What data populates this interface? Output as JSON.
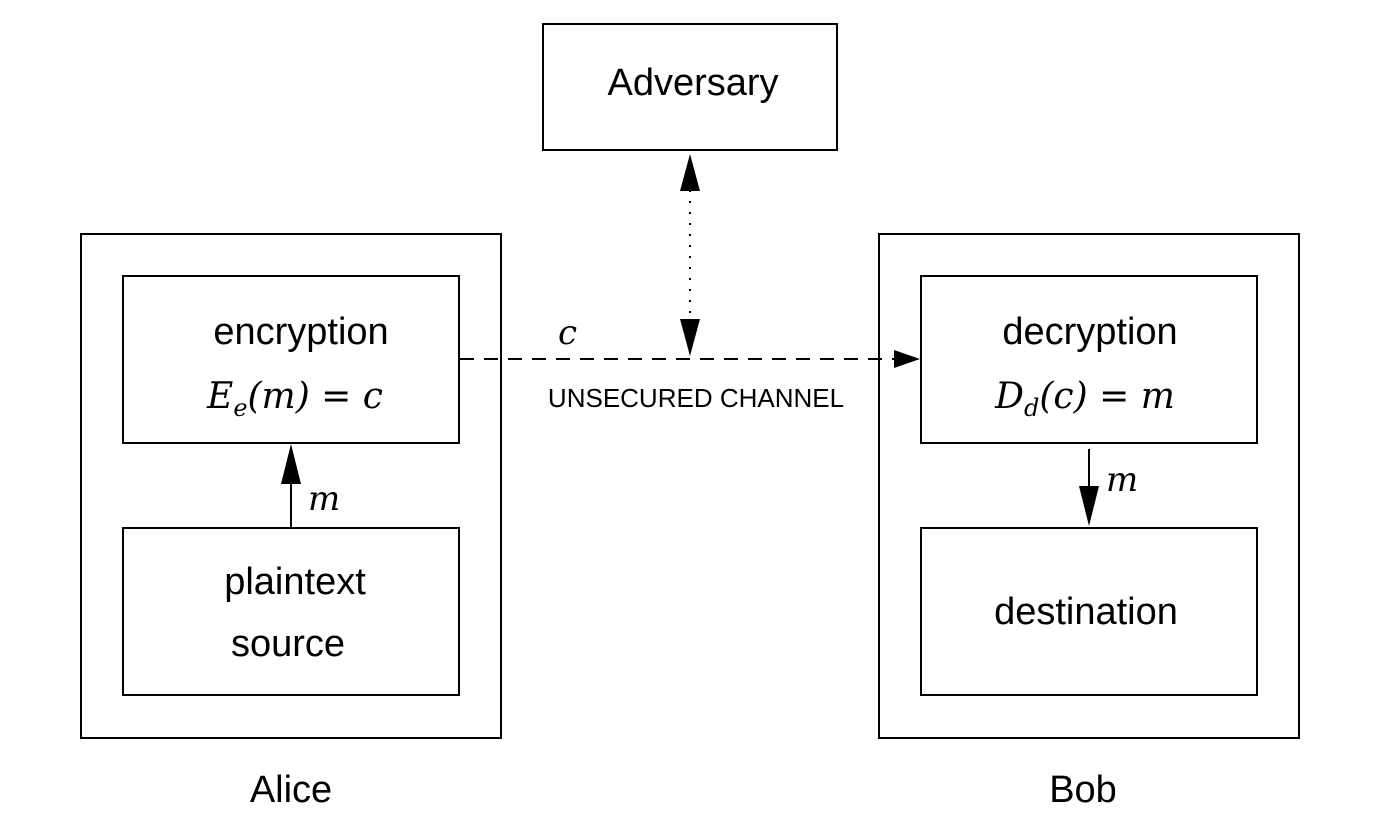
{
  "adversary": {
    "label": "Adversary"
  },
  "alice": {
    "label": "Alice",
    "encryption": {
      "label": "encryption",
      "formula": "E_e(m) = c",
      "func": "E",
      "sub": "e",
      "rest": "(m) = c"
    },
    "source": {
      "line1": "plaintext",
      "line2": "source"
    },
    "arrow_label": "m"
  },
  "bob": {
    "label": "Bob",
    "decryption": {
      "label": "decryption",
      "formula": "D_d(c) = m",
      "func": "D",
      "sub": "d",
      "rest": "(c) = m"
    },
    "destination": {
      "label": "destination"
    },
    "arrow_label": "m"
  },
  "channel": {
    "label": "UNSECURED CHANNEL",
    "symbol": "c"
  }
}
